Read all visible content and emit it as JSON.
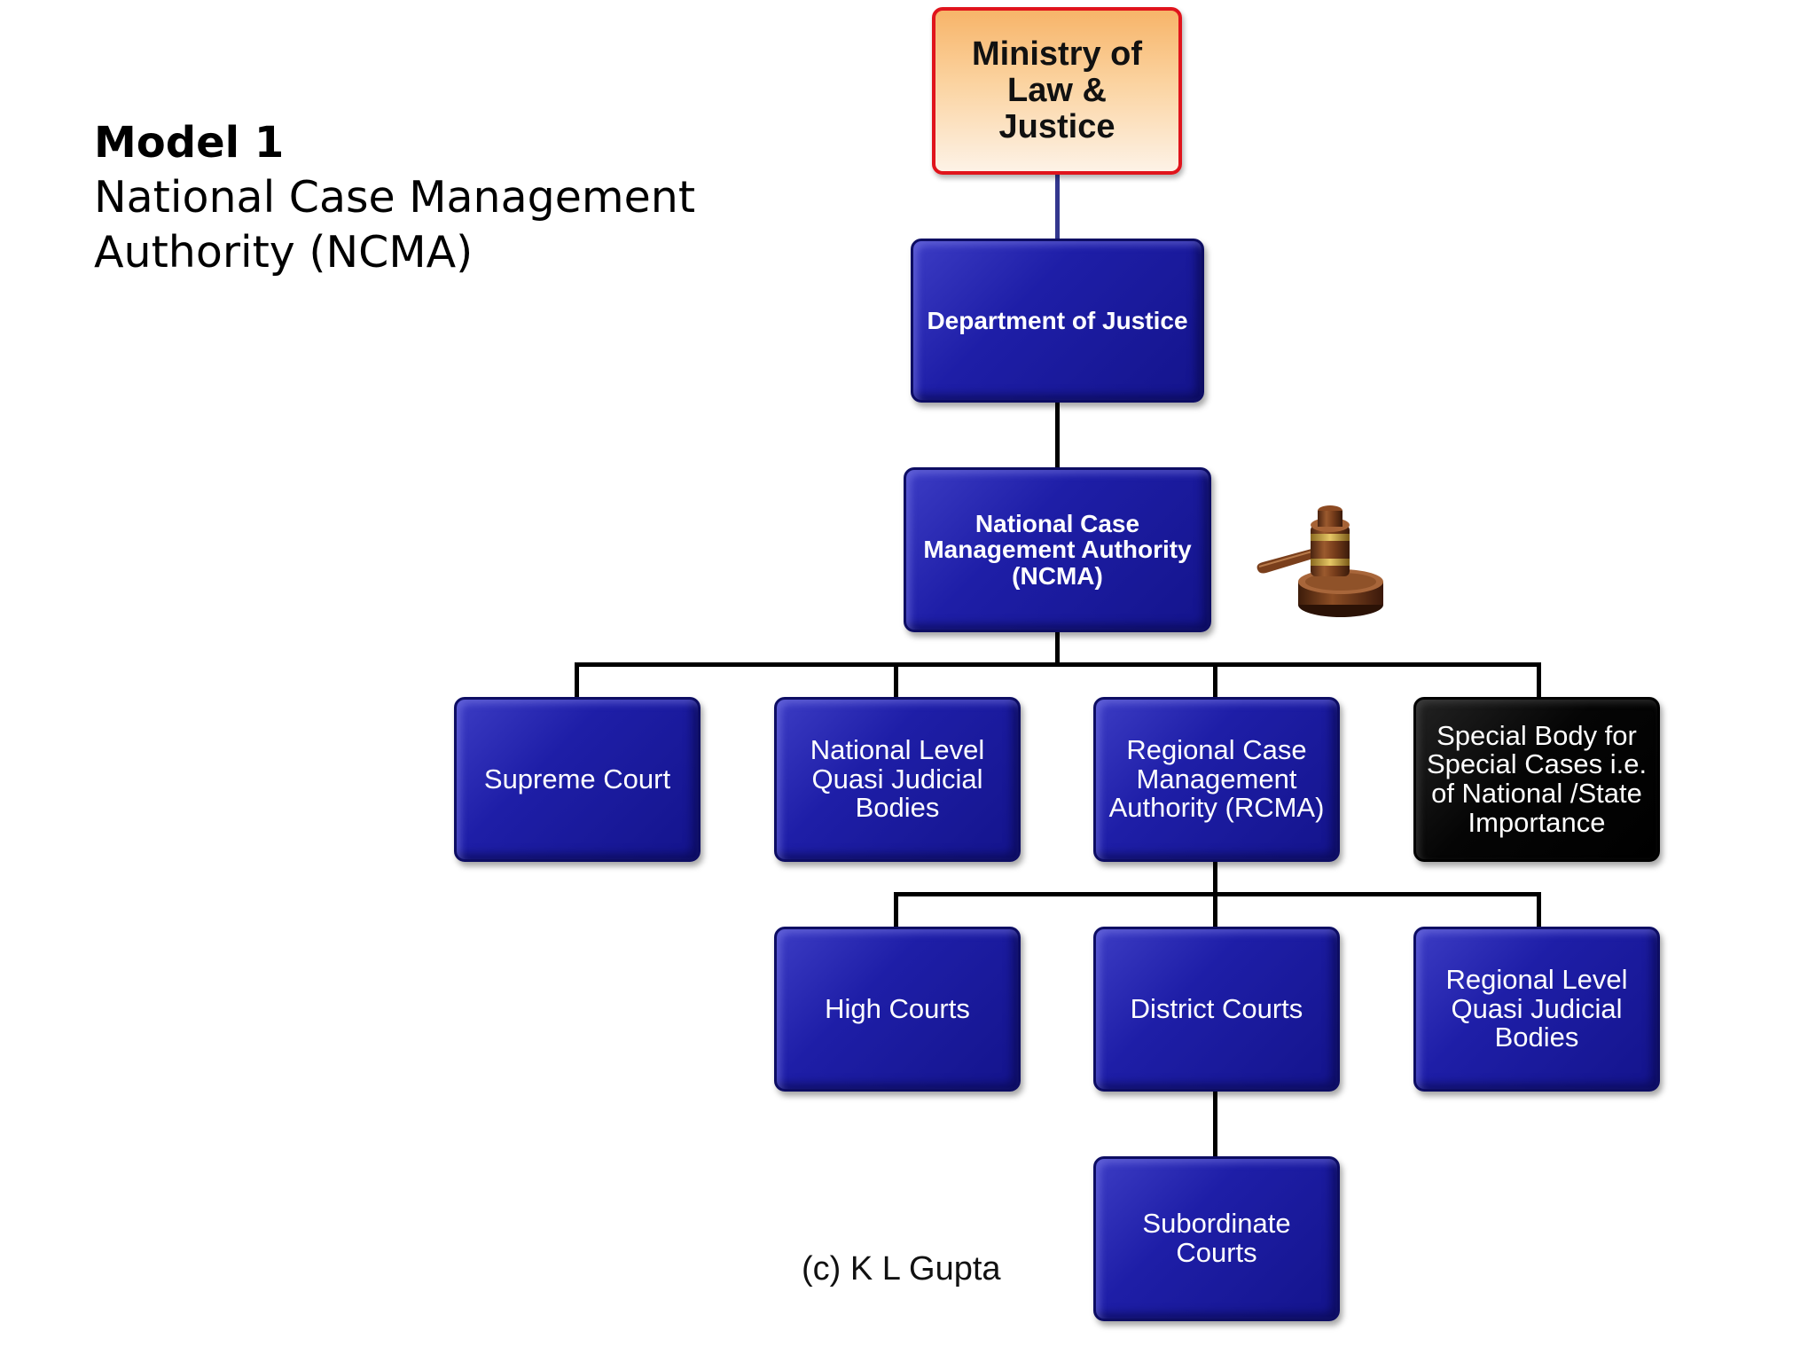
{
  "title": {
    "main": "Model 1",
    "sub_line1": "National Case Management",
    "sub_line2": "Authority (NCMA)"
  },
  "nodes": {
    "ministry": "Ministry of Law & Justice",
    "department": "Department of Justice",
    "ncma": "National Case Management Authority (NCMA)",
    "supreme_court": "Supreme Court",
    "national_quasi": "National Level Quasi Judicial Bodies",
    "rcma": "Regional Case Management Authority (RCMA)",
    "special_body": "Special Body for Special Cases i.e. of National /State Importance",
    "high_courts": "High Courts",
    "district_courts": "District Courts",
    "regional_quasi": "Regional Level Quasi Judicial Bodies",
    "subordinate_courts": "Subordinate Courts"
  },
  "copyright": "(c) K L Gupta",
  "colors": {
    "node_blue": "#1e1ea7",
    "special_black": "#000000",
    "ministry_border": "#e0141c",
    "ministry_fill": "#fbd3a0"
  },
  "icons": {
    "decoration": "gavel-icon"
  }
}
